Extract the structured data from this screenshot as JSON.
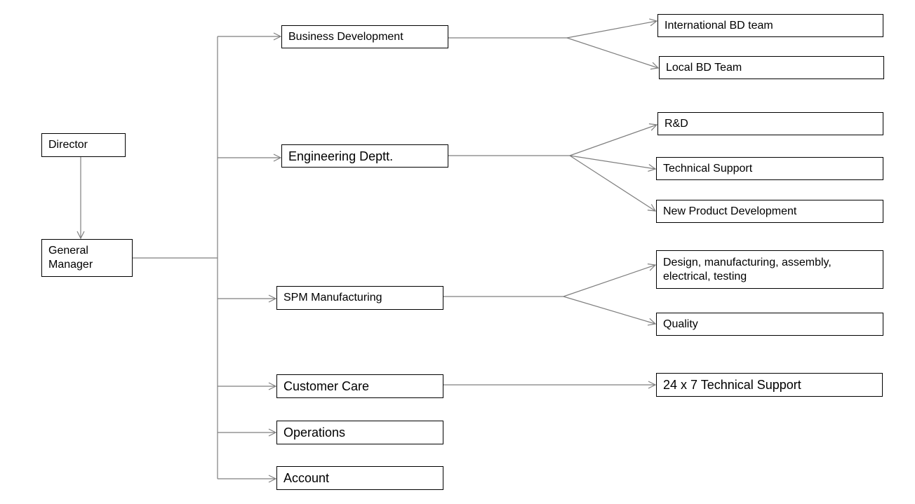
{
  "nodes": {
    "director": "Director",
    "general_manager_line1": "General",
    "general_manager_line2": "Manager",
    "business_development": "Business Development",
    "engineering": "Engineering Deptt.",
    "spm_manufacturing": "SPM Manufacturing",
    "customer_care": "Customer Care",
    "operations": "Operations",
    "account": "Account",
    "international_bd": "International BD team",
    "local_bd": "Local BD Team",
    "rd": "R&D",
    "technical_support": "Technical Support",
    "new_product_development": "New Product Development",
    "design_line1": "Design, manufacturing, assembly,",
    "design_line2": "electrical, testing",
    "quality": "Quality",
    "technical_support_247": "24 x 7 Technical Support"
  },
  "colors": {
    "connector": "#7f7f7f",
    "border": "#000000",
    "background": "#ffffff"
  }
}
